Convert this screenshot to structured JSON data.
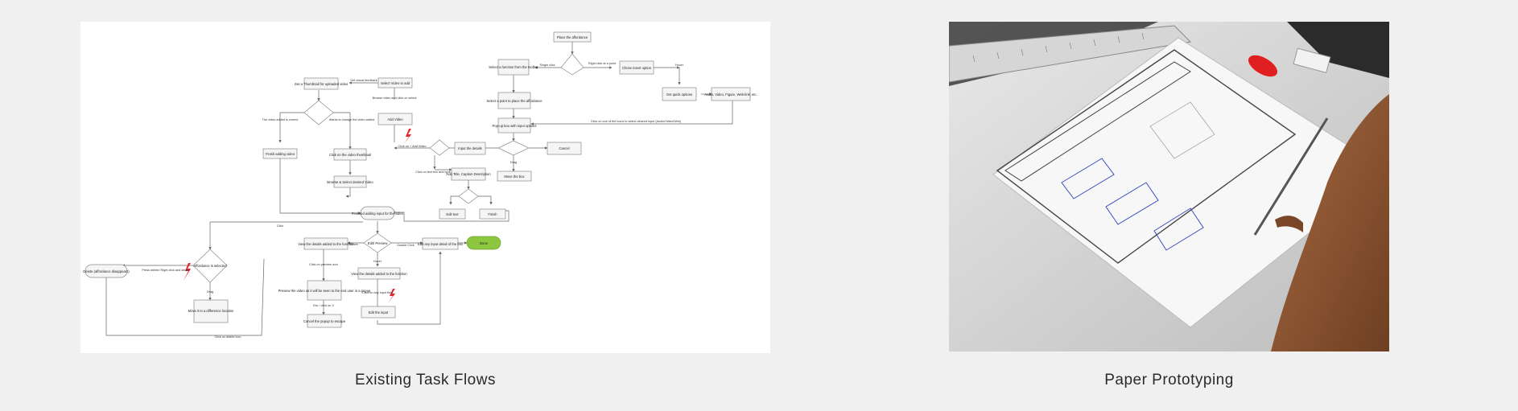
{
  "captions": {
    "flows": "Existing Task Flows",
    "paper": "Paper Prototyping"
  },
  "flow": {
    "nodes": {
      "place": "Place the affordance",
      "select_function": "Select a function from the toolbar",
      "select_point": "Select a point to place the affordance",
      "popup": "Pop-up box with input options",
      "cancel": "Cancel",
      "move_box": "Move the box",
      "choose_insert": "Chose insert option",
      "quick_options": "Get quick options",
      "audio_video": "Audio, Video, Figure, Web-link, etc.",
      "input_details": "Input the details",
      "add_title": "Add Title, Caption Description",
      "edit_text": "Edit text",
      "finish": "Finish",
      "select_video": "Select Video to add",
      "thumbnail": "Get a Thumbnail for uploaded video",
      "add_video": "Add Video",
      "finish_adding": "Finish adding video",
      "click_video_thumb": "Click on the video thumbnail",
      "browse_select": "Browse & Select desired Video",
      "finished_adding": "Finished adding input for the video",
      "edit_preview": "Edit/ Preview",
      "edit_input_detail": "Edit any input detail of the box",
      "done": "Done",
      "view_details": "View the details added to the function",
      "view_details2": "View the details added to the function",
      "preview_video": "Preview the video as it will be seen to the end user in a popup",
      "cancel_popup": "Cancel the popup to escape",
      "edit_input": "Edit the input",
      "delete": "Delete (affordance disappears)",
      "affordance_selected": "Affordance is selected",
      "move_location": "Move it to a difference location"
    },
    "edges": {
      "single_click": "Single click",
      "right_click": "Right click at a point",
      "hover": "Hover",
      "click_icons": "Click on one of the icons to select desired input (Audio/Video/Web)",
      "drag": "Drag",
      "click_add_video": "Click on + Add Video",
      "click_text_box": "Click on text box and type",
      "visual_feedback": "Get visual feedback",
      "browse_video": "Browse video and click on select",
      "video_correct": "The video added is correct",
      "wants_change": "Wants to change the video added",
      "click": "Click",
      "press_delete": "Press delete/ Right click and delete",
      "hover_edge": "Hover",
      "double_click": "Double Click",
      "click_preview": "Click on preview icon",
      "esc": "Esc / click on X",
      "hover2": "Hover",
      "click_input": "Click on any input field",
      "drag2": "Drag",
      "click_delete": "Click on delete icon"
    }
  },
  "colors": {
    "page_bg": "#f0f0f0",
    "done_node": "#8dc63f",
    "alert_bolt": "#e8262e",
    "node_stroke": "#8a8a8a",
    "edge": "#666666"
  }
}
